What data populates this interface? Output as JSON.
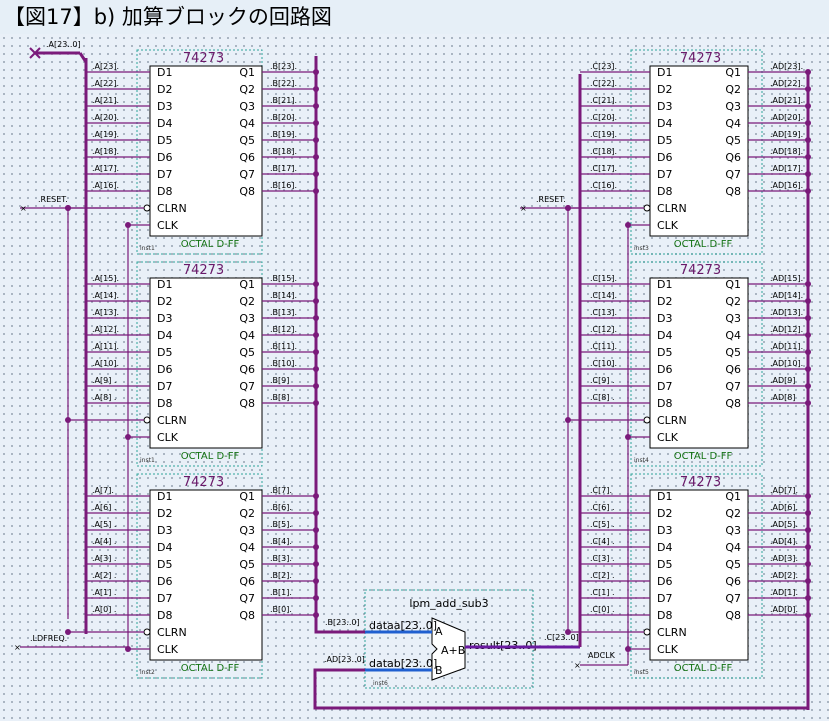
{
  "title": "【図17】b) 加算ブロックの回路図",
  "chip": {
    "part": "74273",
    "footer": "OCTAL D-FF",
    "inputs": [
      "D1",
      "D2",
      "D3",
      "D4",
      "D5",
      "D6",
      "D7",
      "D8"
    ],
    "outputs": [
      "Q1",
      "Q2",
      "Q3",
      "Q4",
      "Q5",
      "Q6",
      "Q7",
      "Q8"
    ],
    "clrn": "CLRN",
    "clk": "CLK"
  },
  "groups": [
    {
      "inst": "inst1",
      "in": [
        ".A[23].",
        ".A[22].",
        ".A[21].",
        ".A[20].",
        ".A[19].",
        ".A[18].",
        ".A[17].",
        ".A[16]."
      ],
      "out": [
        ".B[23].",
        ".B[22].",
        ".B[21].",
        ".B[20].",
        ".B[19].",
        ".B[18].",
        ".B[17].",
        ".B[16]."
      ]
    },
    {
      "inst": "inst1",
      "in": [
        ".A[15].",
        ".A[14].",
        ".A[13].",
        ".A[12].",
        ".A[11].",
        ".A[10].",
        ".A[9] .",
        ".A[8] ."
      ],
      "out": [
        ".B[15].",
        ".B[14].",
        ".B[13].",
        ".B[12].",
        ".B[11].",
        ".B[10].",
        ".B[9]",
        ".B[8]"
      ]
    },
    {
      "inst": "inst2",
      "in": [
        ".A[7].",
        ".A[6] .",
        ".A[5] .",
        ".A[4] .",
        ".A[3] .",
        ".A[2] .",
        ".A[1] .",
        ".A[0] ."
      ],
      "out": [
        ".B[7].",
        ".B[6].",
        ".B[5].",
        ".B[4].",
        ".B[3].",
        ".B[2].",
        ".B[1].",
        ".B[0]."
      ]
    },
    {
      "inst": "inst3",
      "in": [
        ".C[23].",
        ".C[22].",
        ".C[21].",
        ".C[20].",
        ".C[19].",
        ".C[18].",
        ".C[17].",
        ".C[16]."
      ],
      "out": [
        ".AD[23].",
        ".AD[22].",
        ".AD[21].",
        ".AD[20].",
        ".AD[19].",
        ".AD[18].",
        ".AD[17].",
        ".AD[16]."
      ]
    },
    {
      "inst": "inst4",
      "in": [
        ".C[15].",
        ".C[14].",
        ".C[13].",
        ".C[12].",
        ".C[11].",
        ".C[10].",
        ".C[9] .",
        ".C[8] ."
      ],
      "out": [
        ".AD[15].",
        ".AD[14].",
        ".AD[13].",
        ".AD[12].",
        ".AD[11].",
        ".AD[10].",
        ".AD[9]",
        ".AD[8]"
      ]
    },
    {
      "inst": "inst5",
      "in": [
        ".C[7].",
        ".C[6] .",
        ".C[5] .",
        ".C[4] .",
        ".C[3] .",
        ".C[2] .",
        ".C[1] .",
        ".C[0] ."
      ],
      "out": [
        ".AD[7].",
        ".AD[6].",
        ".AD[5].",
        ".AD[4].",
        ".AD[3].",
        ".AD[2].",
        ".AD[1].",
        ".AD[0]."
      ]
    }
  ],
  "nets": {
    "a_bus": ".A[23..0]",
    "reset_left": ".RESET.",
    "reset_right": ".RESET.",
    "ldfreq": ".LDFREQ.",
    "adclk": "ADCLK",
    "b_bus": ".B[23..0]",
    "ad_bus": ".AD[23..0]",
    "c_bus": ".C[23..0]"
  },
  "adder": {
    "name": "lpm_add_sub3",
    "dataa": "dataa[23..0]",
    "datab": "datab[23..0]",
    "result": "result[23..0]",
    "a": "A",
    "b": "B",
    "op": "A+B",
    "inst": "inst6"
  },
  "colors": {
    "wire": "#7a1a7a",
    "bus_blue": "#1f5fd0",
    "chip_border": "#000",
    "frame": "#2fa39a"
  }
}
